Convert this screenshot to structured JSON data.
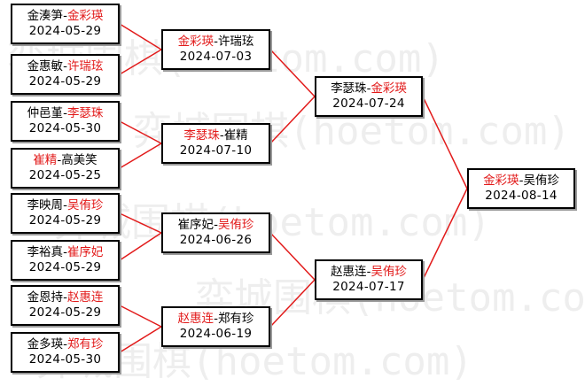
{
  "watermark": "弈城围棋(hoetom.com)",
  "colors": {
    "winner": "#e21a1a",
    "connector": "#e21a1a",
    "border": "#000000"
  },
  "round1": [
    {
      "p1": "金湊笋",
      "sep": "-",
      "p2": "金彩瑛",
      "date": "2024-05-29",
      "winner": 2
    },
    {
      "p1": "金惠敏",
      "sep": "-",
      "p2": "许瑞玹",
      "date": "2024-05-29",
      "winner": 2
    },
    {
      "p1": "仲邑堇",
      "sep": "-",
      "p2": "李瑟珠",
      "date": "2024-05-30",
      "winner": 2
    },
    {
      "p1": "崔精",
      "sep": "-",
      "p2": "高美笑",
      "date": "2024-05-25",
      "winner": 1
    },
    {
      "p1": "李映周",
      "sep": "-",
      "p2": "吴侑珍",
      "date": "2024-05-29",
      "winner": 2
    },
    {
      "p1": "李裕真",
      "sep": "-",
      "p2": "崔序妃",
      "date": "2024-05-29",
      "winner": 2
    },
    {
      "p1": "金恩持",
      "sep": "-",
      "p2": "赵惠连",
      "date": "2024-05-29",
      "winner": 2
    },
    {
      "p1": "金多瑛",
      "sep": "-",
      "p2": "郑有珍",
      "date": "2024-05-30",
      "winner": 2
    }
  ],
  "round2": [
    {
      "p1": "金彩瑛",
      "sep": "-",
      "p2": "许瑞玹",
      "date": "2024-07-03",
      "winner": 1
    },
    {
      "p1": "李瑟珠",
      "sep": "-",
      "p2": "崔精",
      "date": "2024-07-10",
      "winner": 1
    },
    {
      "p1": "崔序妃",
      "sep": "-",
      "p2": "吴侑珍",
      "date": "2024-06-26",
      "winner": 2
    },
    {
      "p1": "赵惠连",
      "sep": "-",
      "p2": "郑有珍",
      "date": "2024-06-19",
      "winner": 1
    }
  ],
  "round3": [
    {
      "p1": "李瑟珠",
      "sep": "-",
      "p2": "金彩瑛",
      "date": "2024-07-24",
      "winner": 2
    },
    {
      "p1": "赵惠连",
      "sep": "-",
      "p2": "吴侑珍",
      "date": "2024-07-17",
      "winner": 2
    }
  ],
  "final": [
    {
      "p1": "金彩瑛",
      "sep": "-",
      "p2": "吴侑珍",
      "date": "2024-08-14",
      "winner": 1
    }
  ]
}
